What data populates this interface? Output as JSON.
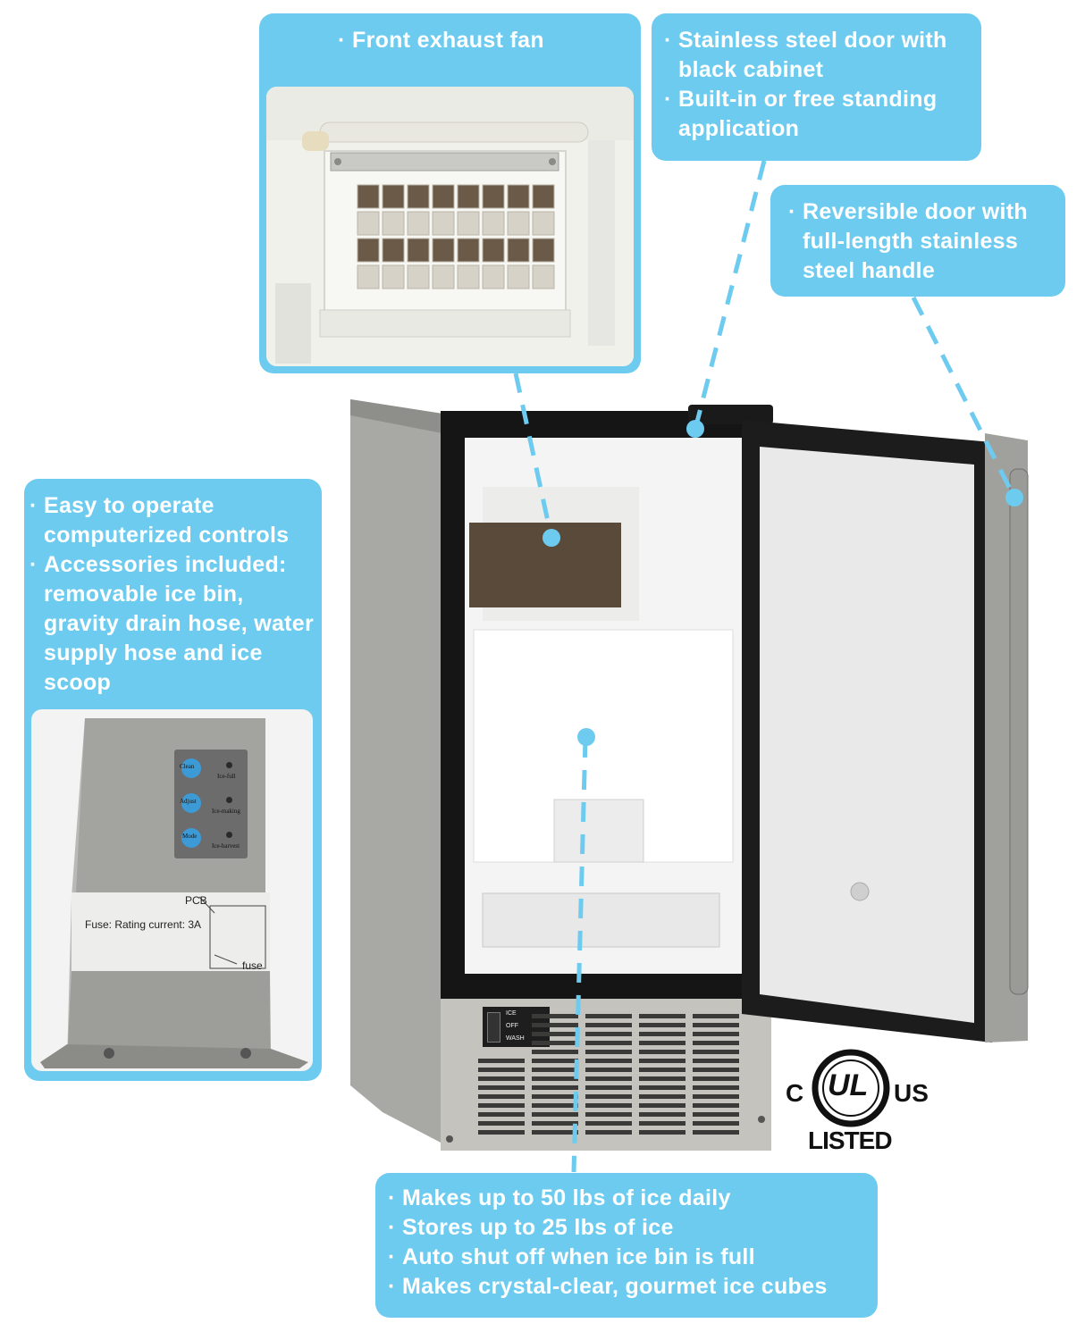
{
  "callouts": {
    "top_left": {
      "items": [
        "Front exhaust fan"
      ]
    },
    "top_right": {
      "items": [
        "Stainless steel door with black cabinet",
        "Built-in or free standing application"
      ]
    },
    "right": {
      "items": [
        "Reversible door with full-length stainless steel handle"
      ]
    },
    "left": {
      "items": [
        "Easy to operate computerized controls",
        "Accessories included: removable ice bin, gravity drain hose, water supply hose and ice scoop"
      ]
    },
    "bottom": {
      "items": [
        "Makes up to 50 lbs of ice daily",
        "Stores up to 25 lbs of ice",
        "Auto shut off when ice bin is full",
        "Makes crystal-clear, gourmet ice cubes"
      ]
    }
  },
  "control_panel": {
    "buttons": [
      "Clean",
      "Adjust",
      "Mode"
    ],
    "indicators": [
      "Ice-full",
      "Ice-making",
      "Ice-harvest"
    ],
    "pcb_label": "PCB",
    "fuse_text": "Fuse: Rating current: 3A",
    "fuse_label": "fuse"
  },
  "switch_labels": [
    "ICE",
    "OFF",
    "WASH"
  ],
  "ul_mark": {
    "left": "C",
    "center": "UL",
    "right": "US",
    "bottom": "LISTED"
  },
  "colors": {
    "callout": "#6dcbef",
    "leader": "#6dcbef",
    "steel": "#a7a7a4",
    "cabinet": "#1a1a1a"
  }
}
